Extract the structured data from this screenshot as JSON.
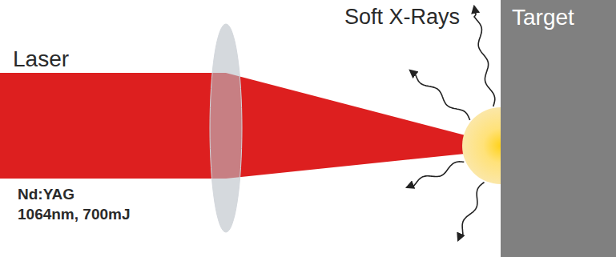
{
  "diagram": {
    "nodes": [
      {
        "text": [
          "Target"
        ]
      }
    ],
    "labels": [
      "Soft X-Rays",
      "Laser",
      "Nd:YAG",
      "1064nm, 700mJ"
    ]
  }
}
